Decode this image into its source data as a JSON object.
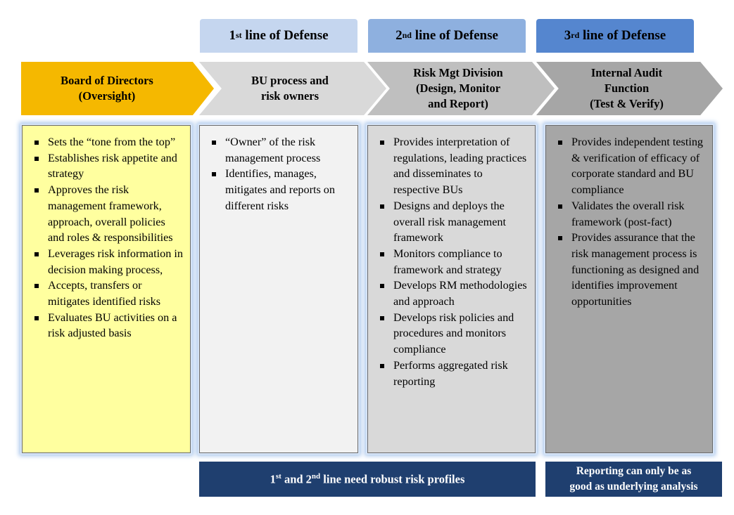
{
  "tabs": [
    {
      "num": "1",
      "suffix": "st",
      "rest": " line of Defense"
    },
    {
      "num": "2",
      "suffix": "nd",
      "rest": " line of Defense"
    },
    {
      "num": "3",
      "suffix": "rd",
      "rest": " line of Defense"
    }
  ],
  "chevrons": [
    {
      "lines": [
        "Board of Directors",
        "(Oversight)"
      ]
    },
    {
      "lines": [
        "BU process and",
        "risk owners"
      ]
    },
    {
      "lines": [
        "Risk Mgt Division",
        "(Design, Monitor",
        "and Report)"
      ]
    },
    {
      "lines": [
        "Internal Audit",
        "Function",
        "(Test & Verify)"
      ]
    }
  ],
  "boxes": [
    {
      "items": [
        "Sets the “tone from the top”",
        "Establishes risk appetite and strategy",
        "Approves the risk management framework, approach, overall policies and roles & responsibilities",
        "Leverages risk information in decision making process,",
        "Accepts, transfers or mitigates identified risks",
        "Evaluates BU activities on a risk adjusted basis"
      ]
    },
    {
      "items": [
        "“Owner” of the risk management process",
        "Identifies, manages, mitigates and reports on different risks"
      ]
    },
    {
      "items": [
        "Provides interpretation of regulations, leading practices and disseminates to respective BUs",
        "Designs and deploys the overall risk management framework",
        "Monitors compliance to framework and strategy",
        "Develops RM methodologies and approach",
        "Develops risk policies and procedures and monitors compliance",
        "Performs aggregated risk reporting"
      ]
    },
    {
      "items": [
        "Provides independent testing & verification of efficacy of corporate standard and BU compliance",
        "Validates the overall risk framework (post-fact)",
        "Provides assurance that the risk management process is functioning as designed and identifies improvement opportunities"
      ]
    }
  ],
  "banners": {
    "left": {
      "n1": "1",
      "s1": "st",
      "mid": " and ",
      "n2": "2",
      "s2": "nd",
      "rest": " line need robust risk profiles"
    },
    "right": {
      "lines": [
        "Reporting can only be as",
        "good as underlying analysis"
      ]
    }
  }
}
